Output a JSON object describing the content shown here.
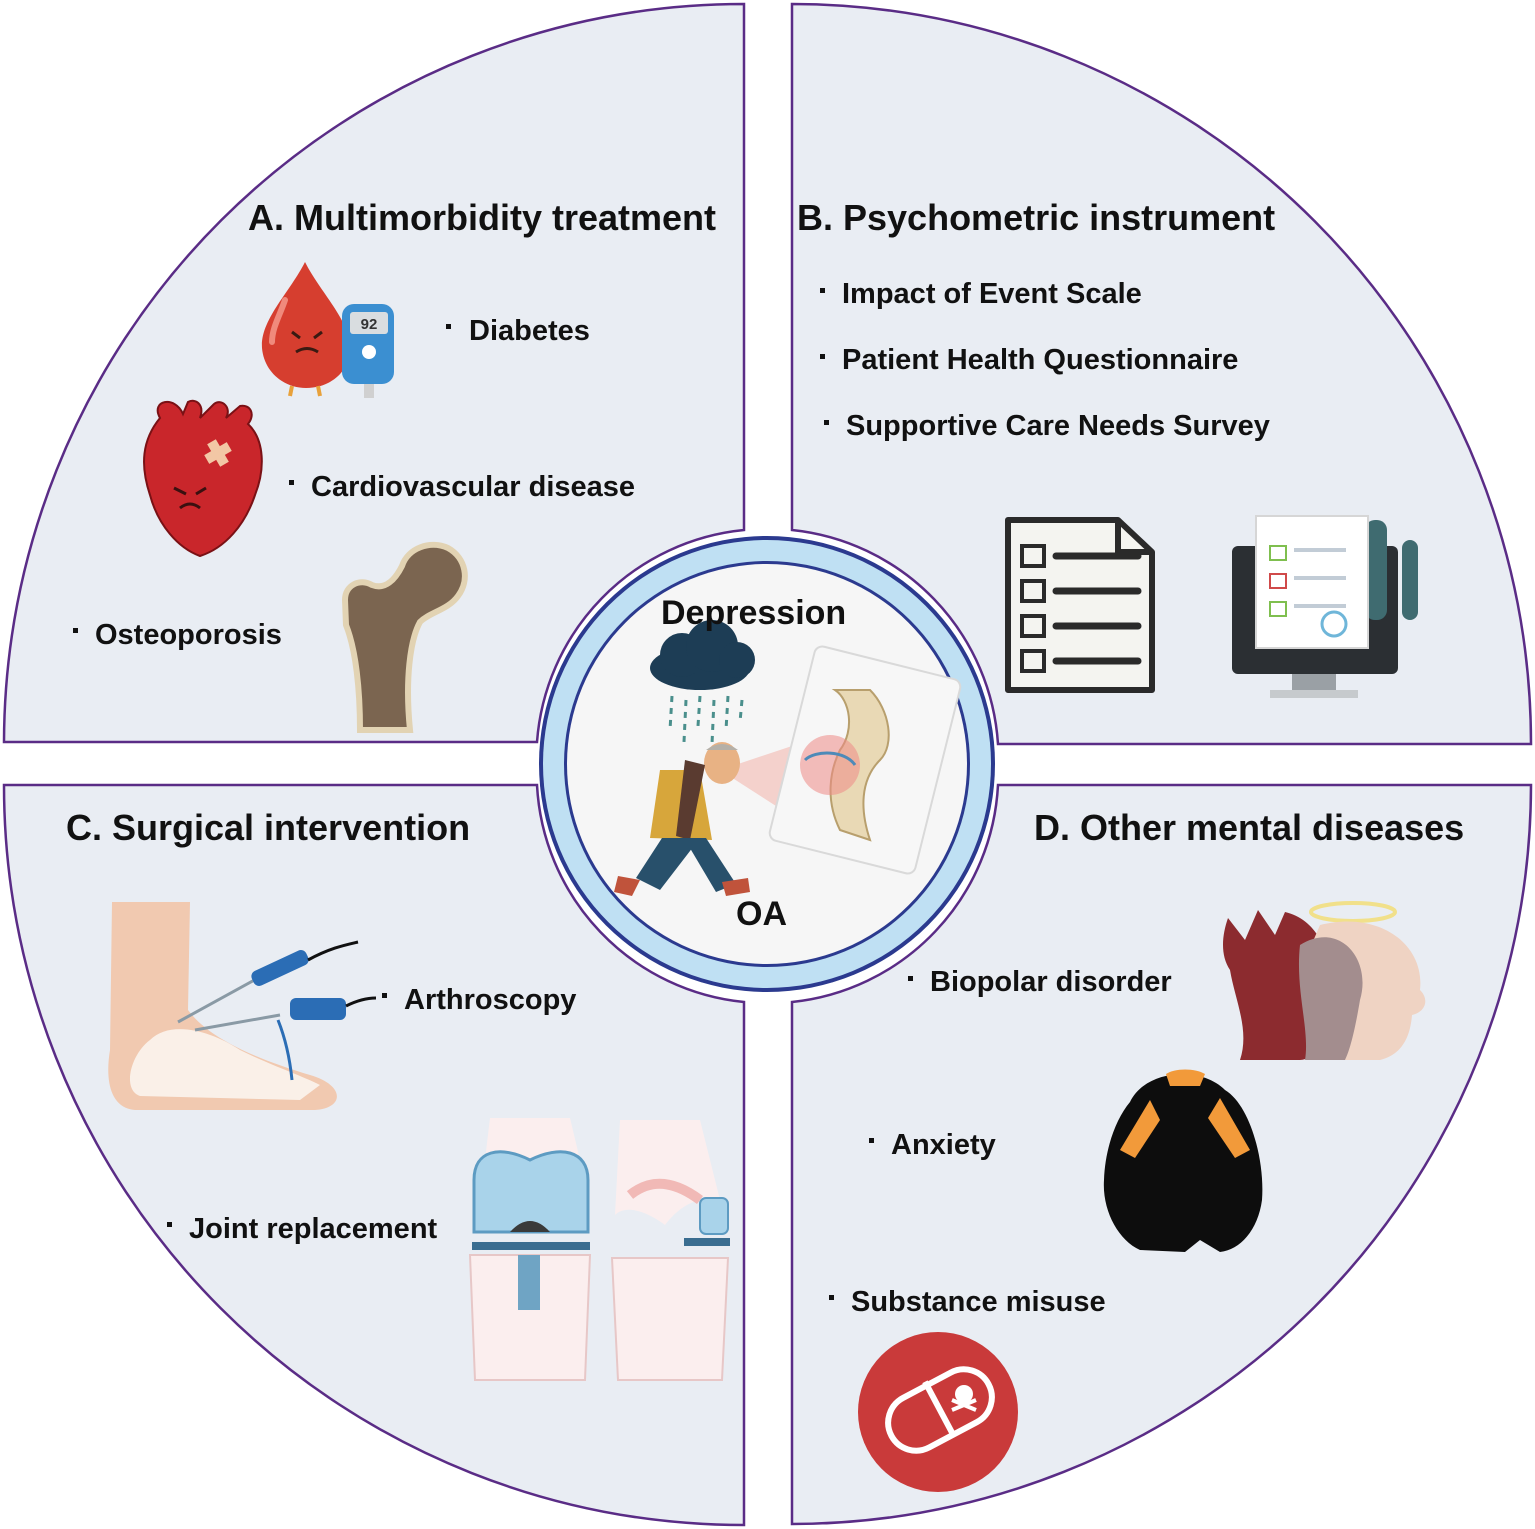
{
  "center": {
    "top_label": "Depression",
    "bottom_label": "OA"
  },
  "quadrants": {
    "a": {
      "title": "A. Multimorbidity treatment",
      "items": [
        "Diabetes",
        "Cardiovascular disease",
        "Osteoporosis"
      ]
    },
    "b": {
      "title": "B. Psychometric instrument",
      "items": [
        "Impact of Event Scale",
        "Patient Health Questionnaire",
        "Supportive Care Needs Survey"
      ]
    },
    "c": {
      "title": "C. Surgical intervention",
      "items": [
        "Arthroscopy",
        "Joint replacement"
      ]
    },
    "d": {
      "title": "D. Other mental diseases",
      "items": [
        "Biopolar disorder",
        "Anxiety",
        "Substance misuse"
      ]
    }
  },
  "glucometer_reading": "92",
  "icons": [
    "blood-drop-icon",
    "glucometer-icon",
    "heart-icon",
    "femur-bone-icon",
    "checklist-document-icon",
    "computer-survey-icon",
    "depressed-person-icon",
    "rain-cloud-icon",
    "knee-joint-icon",
    "arthroscopy-foot-icon",
    "knee-implant-icon",
    "bipolar-heads-icon",
    "anxious-person-icon",
    "pill-poison-icon"
  ],
  "colors": {
    "quadrant_fill": "#e9edf3",
    "quadrant_border": "#5a2c86",
    "center_ring_outer": "#2b3a8f",
    "center_ring_fill": "#bfe0f3"
  }
}
